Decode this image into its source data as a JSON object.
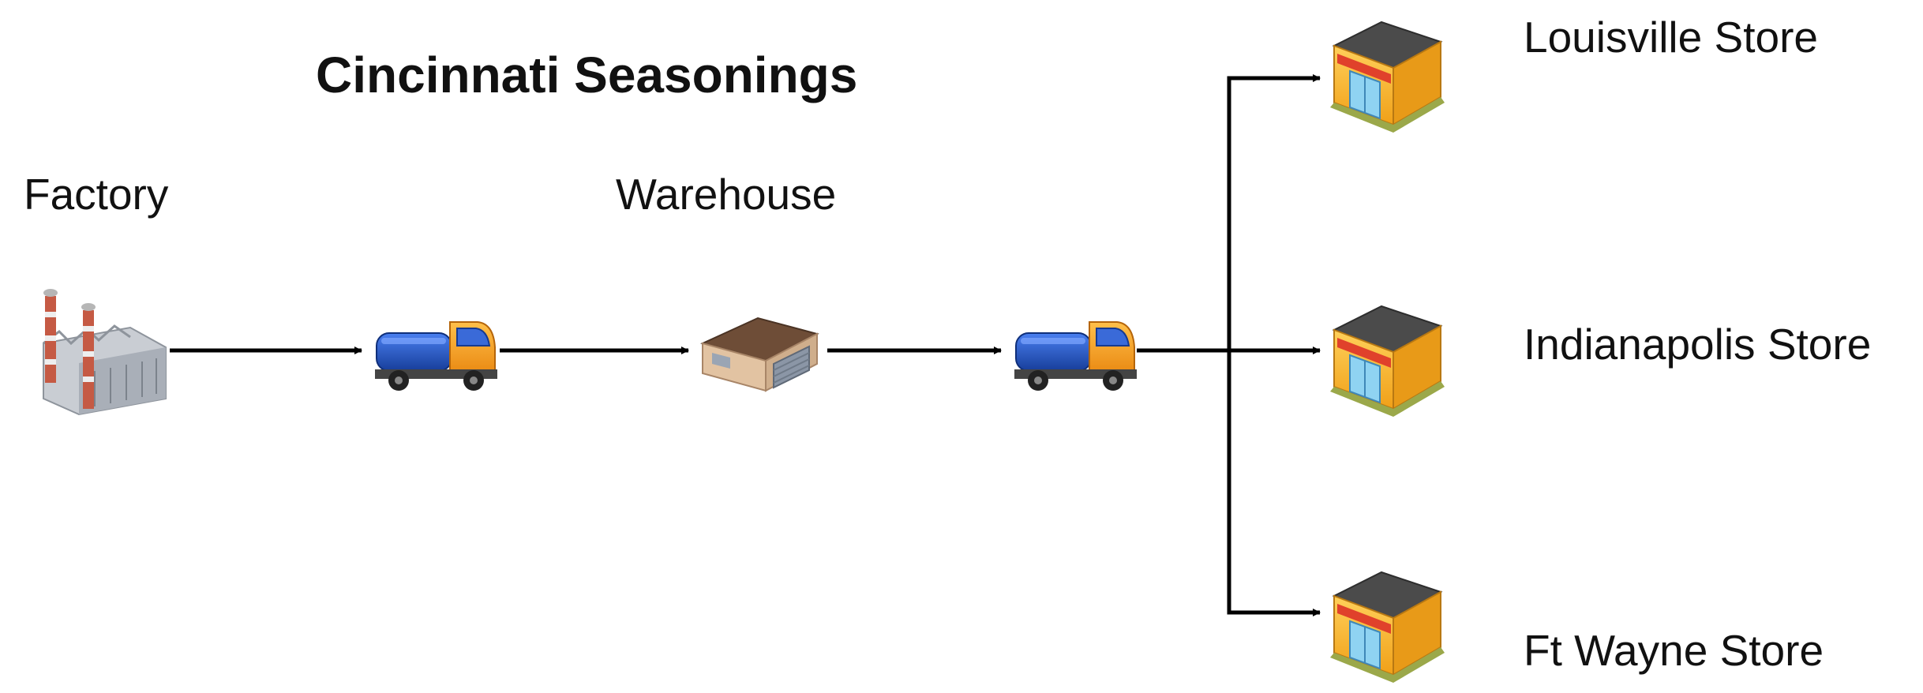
{
  "diagram": {
    "title": "Cincinnati Seasonings",
    "nodes": {
      "factory": {
        "label": "Factory",
        "icon": "factory-icon"
      },
      "truck_1": {
        "label": "",
        "icon": "truck-icon"
      },
      "warehouse": {
        "label": "Warehouse",
        "icon": "warehouse-icon"
      },
      "truck_2": {
        "label": "",
        "icon": "truck-icon"
      },
      "louisville": {
        "label": "Louisville Store",
        "icon": "store-icon"
      },
      "indianapolis": {
        "label": "Indianapolis Store",
        "icon": "store-icon"
      },
      "ft_wayne": {
        "label": "Ft Wayne Store",
        "icon": "store-icon"
      }
    },
    "edges": [
      {
        "from": "factory",
        "to": "truck_1"
      },
      {
        "from": "truck_1",
        "to": "warehouse"
      },
      {
        "from": "warehouse",
        "to": "truck_2"
      },
      {
        "from": "truck_2",
        "to": "louisville"
      },
      {
        "from": "truck_2",
        "to": "indianapolis"
      },
      {
        "from": "truck_2",
        "to": "ft_wayne"
      }
    ],
    "colors": {
      "arrow": "#000000",
      "truck_cab": "#f6a21a",
      "truck_tank": "#1f4fb8",
      "store_wall": "#f5b22c",
      "store_roof": "#4a4a4a",
      "store_awning": "#e0412b",
      "warehouse_wall": "#e8c9a8",
      "warehouse_roof": "#7a5a42",
      "factory_body": "#c8ccd2",
      "factory_chimney": "#b5503d"
    }
  }
}
